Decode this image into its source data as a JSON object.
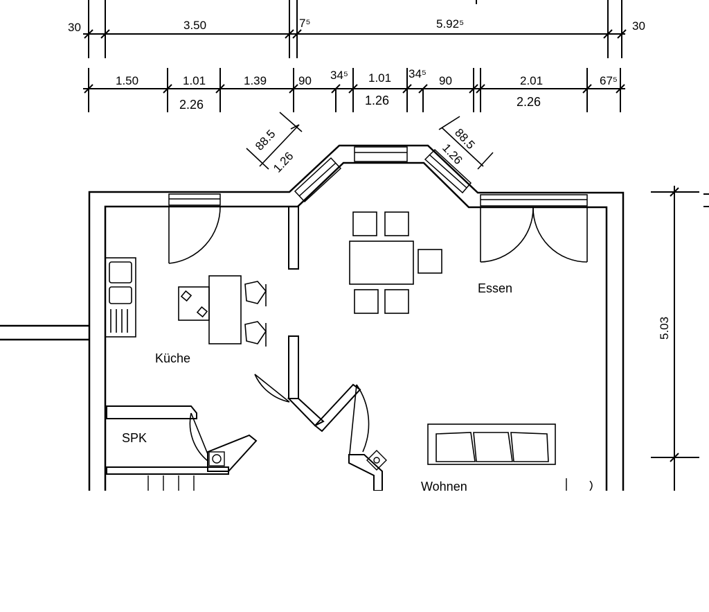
{
  "dimensions": {
    "top_row": [
      "30",
      "3.50",
      "7⁵",
      "5.92⁵",
      "30"
    ],
    "second_row": [
      "1.50",
      "1.01",
      "1.39",
      "90",
      "34⁵",
      "1.01",
      "34⁵",
      "90",
      "2.01",
      "67⁵"
    ],
    "second_row_totals": [
      "2.26",
      "1.26",
      "2.26"
    ],
    "bay_left": [
      "88.5",
      "1.26"
    ],
    "bay_right": [
      "88.5",
      "1.26"
    ],
    "vertical_right": "5.03"
  },
  "rooms": {
    "kitchen": "Küche",
    "dining": "Essen",
    "pantry": "SPK",
    "living": "Wohnen"
  }
}
